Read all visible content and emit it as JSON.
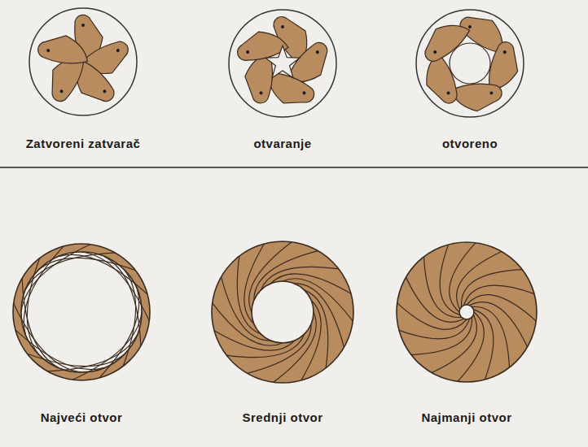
{
  "diagram": {
    "labels": [
      "Zatvoreni zatvarač",
      "otvaranje",
      "otvoreno",
      "Najveći otvor",
      "Srednji otvor",
      "Najmanji otvor"
    ]
  }
}
